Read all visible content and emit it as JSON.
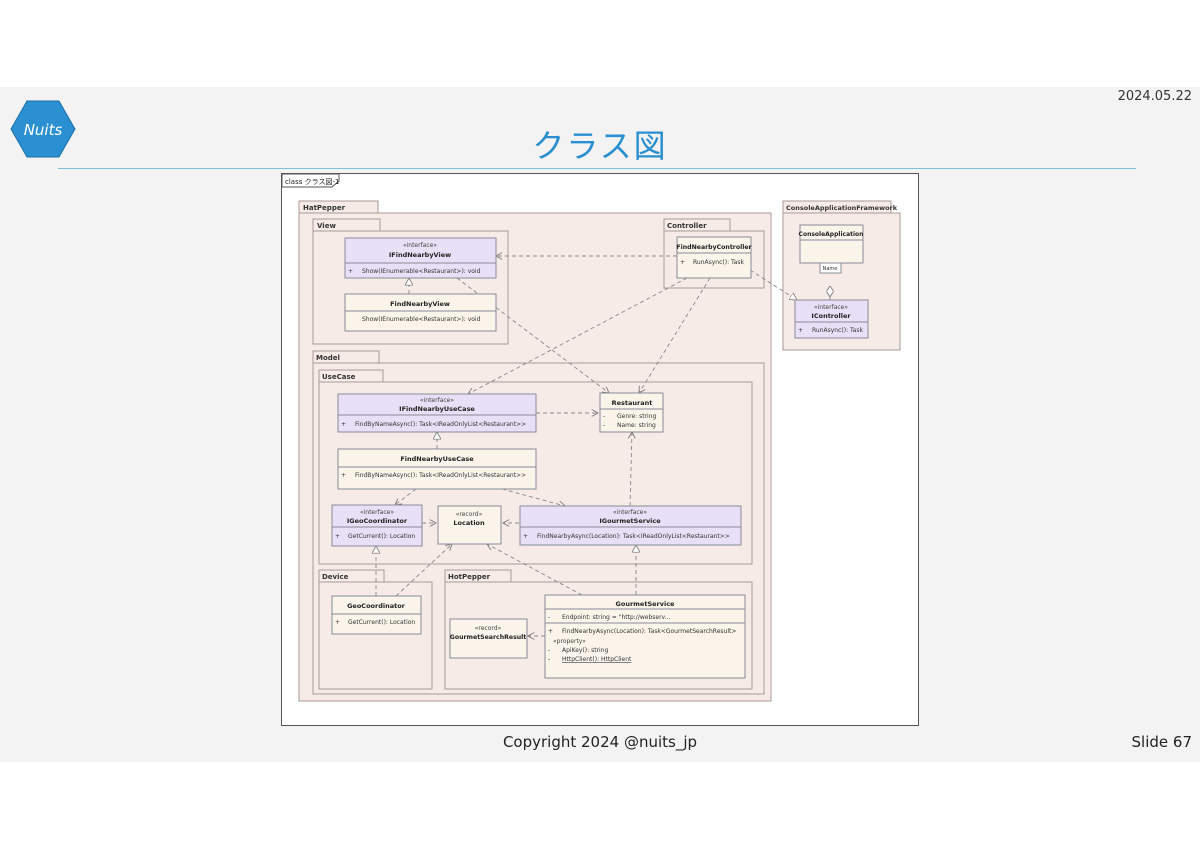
{
  "header": {
    "date": "2024.05.22",
    "title": "クラス図",
    "logo_text": "Nuits"
  },
  "footer": {
    "copyright": "Copyright 2024 @nuits_jp",
    "slide": "Slide 67"
  },
  "diagram": {
    "frame_label": "class クラス図-1",
    "packages": {
      "hatpepper": "HatPepper",
      "view": "View",
      "controller": "Controller",
      "model": "Model",
      "usecase": "UseCase",
      "device": "Device",
      "hotpepper": "HotPepper",
      "console_framework": "ConsoleApplicationFramework"
    },
    "classes": {
      "ifindnearbyview": {
        "stereo": "«interface»",
        "name": "IFindNearbyView",
        "m1_vis": "+",
        "m1": "Show(IEnumerable<Restaurant>): void"
      },
      "findnearbyview": {
        "name": "FindNearbyView",
        "m1": "Show(IEnumerable<Restaurant>): void"
      },
      "findnearbycontroller": {
        "name": "FindNearbyController",
        "m1_vis": "+",
        "m1": "RunAsync(): Task"
      },
      "consoleapplication": {
        "name": "ConsoleApplication",
        "assoc": "Name"
      },
      "icontroller": {
        "stereo": "«interface»",
        "name": "IController",
        "m1_vis": "+",
        "m1": "RunAsync(): Task"
      },
      "ifindnearbyusecase": {
        "stereo": "«interface»",
        "name": "IFindNearbyUseCase",
        "m1_vis": "+",
        "m1": "FindByNameAsync(): Task<IReadOnlyList<Restaurant>>"
      },
      "restaurant": {
        "name": "Restaurant",
        "a1_vis": "-",
        "a1": "Genre: string",
        "a2_vis": "-",
        "a2": "Name: string"
      },
      "findnearbyusecase": {
        "name": "FindNearbyUseCase",
        "m1_vis": "+",
        "m1": "FindByNameAsync(): Task<IReadOnlyList<Restaurant>>"
      },
      "igeocoordinator": {
        "stereo": "«interface»",
        "name": "IGeoCoordinator",
        "m1_vis": "+",
        "m1": "GetCurrent(): Location"
      },
      "location": {
        "stereo": "«record»",
        "name": "Location"
      },
      "igourmetservice": {
        "stereo": "«interface»",
        "name": "IGourmetService",
        "m1_vis": "+",
        "m1": "FindNearbyAsync(Location): Task<IReadOnlyList<Restaurant>>"
      },
      "geocoordinator": {
        "name": "GeoCoordinator",
        "m1_vis": "+",
        "m1": "GetCurrent(): Location"
      },
      "gourmetsearchresult": {
        "stereo": "«record»",
        "name": "GourmetSearchResult"
      },
      "gourmetservice": {
        "name": "GourmetService",
        "a1_vis": "-",
        "a1": "Endpoint: string = \"http://webserv...",
        "m1_vis": "+",
        "m1": "FindNearbyAsync(Location): Task<GourmetSearchResult>",
        "prop_stereo": "«property»",
        "p1_vis": "-",
        "p1": "ApiKey(): string",
        "p2_vis": "-",
        "p2": "HttpClient(): HttpClient"
      }
    },
    "colors": {
      "interface_fill": "#e8e0f6",
      "class_fill": "#fbf4ea",
      "package_fill": "#f7ebe8",
      "package_border": "#a89896",
      "title_blue": "#2a8fd0",
      "logo_blue": "#2a90d2"
    }
  }
}
